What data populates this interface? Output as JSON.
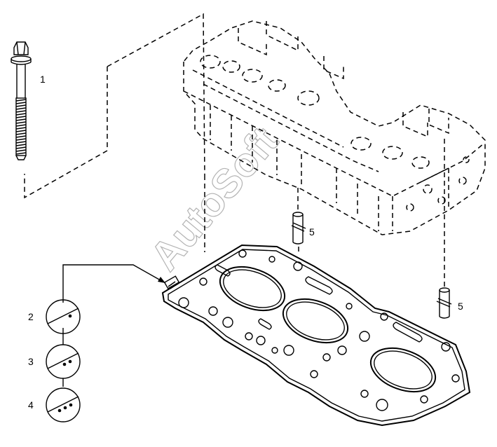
{
  "callouts": {
    "bolt": "1",
    "gasket_one_notch": "2",
    "gasket_two_notches": "3",
    "gasket_three_notches": "4",
    "dowel_front": "5",
    "dowel_rear": "5"
  },
  "watermark": "AutoSoft"
}
